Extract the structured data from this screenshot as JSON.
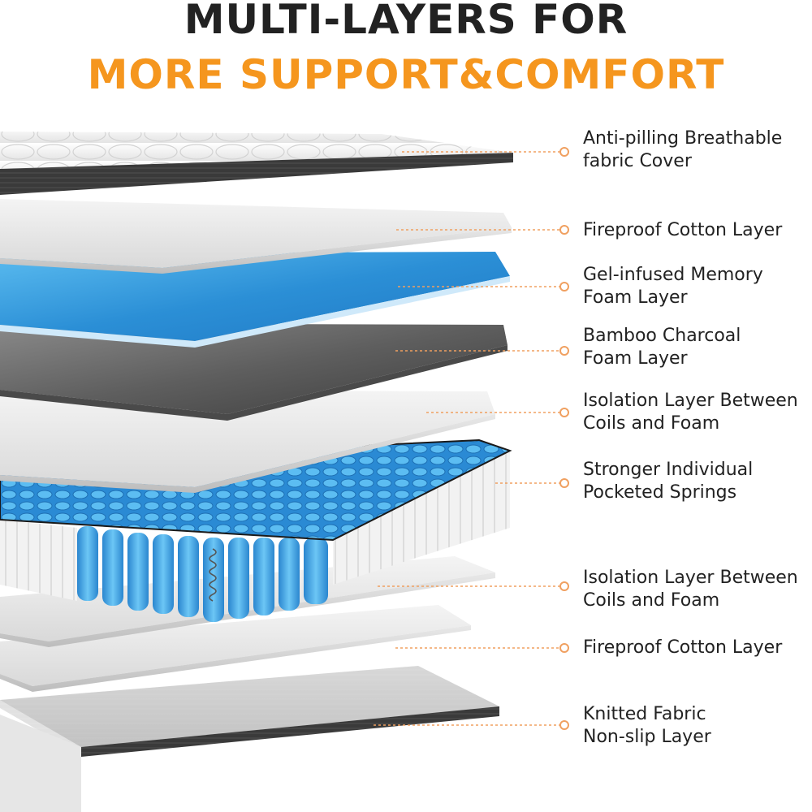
{
  "title": {
    "line1": "MULTI-LAYERS FOR",
    "line2": "MORE SUPPORT&COMFORT",
    "line1_color": "#222222",
    "line2_color": "#F5961E"
  },
  "accent_color": "#F0A060",
  "layers": [
    {
      "id": "cover",
      "line1": "Anti-pilling Breathable",
      "line2": "fabric Cover",
      "material": "quilted-fabric"
    },
    {
      "id": "cotton1",
      "line1": "Fireproof Cotton Layer",
      "line2": "",
      "material": "white-sheet"
    },
    {
      "id": "gel",
      "line1": "Gel-infused Memory",
      "line2": "Foam Layer",
      "material": "blue-foam"
    },
    {
      "id": "charcoal",
      "line1": "Bamboo Charcoal",
      "line2": "Foam Layer",
      "material": "grey-foam"
    },
    {
      "id": "iso1",
      "line1": "Isolation Layer Between",
      "line2": "Coils and Foam",
      "material": "white-sheet"
    },
    {
      "id": "springs",
      "line1": "Stronger Individual",
      "line2": "Pocketed Springs",
      "material": "pocket-coils"
    },
    {
      "id": "iso2",
      "line1": "Isolation Layer Between",
      "line2": "Coils and Foam",
      "material": "white-sheet"
    },
    {
      "id": "cotton2",
      "line1": "Fireproof Cotton Layer",
      "line2": "",
      "material": "white-sheet"
    },
    {
      "id": "base",
      "line1": "Knitted Fabric",
      "line2": "Non-slip Layer",
      "material": "grey-knit"
    }
  ]
}
